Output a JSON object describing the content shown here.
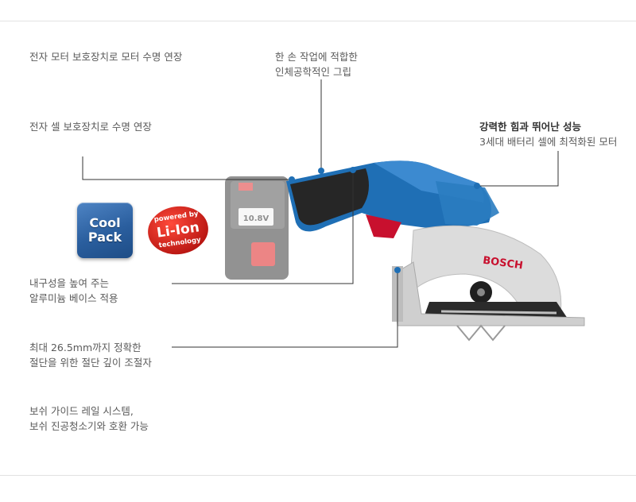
{
  "features": {
    "motor_protection": "전자 모터 보호장치로 모터 수명 연장",
    "grip_line1": "한 손 작업에 적합한",
    "grip_line2": "인체공학적인 그립",
    "cell_protection": "전자 셀 보호장치로 수명 연장",
    "power_title": "강력한 힘과 뛰어난 성능",
    "power_desc": "3세대 배터리 셀에 최적화된 모터",
    "base_line1": "내구성을 높여 주는",
    "base_line2": "알루미늄 베이스 적용",
    "depth_line1": "최대 26.5mm까지 정확한",
    "depth_line2": "절단을 위한 절단 깊이 조절자",
    "guide_line1": "보쉬 가이드 레일 시스템,",
    "guide_line2": "보쉬 진공청소기와 호환 가능"
  },
  "badges": {
    "coolpack_line1": "Cool",
    "coolpack_line2": "Pack",
    "liion_top": "powered by",
    "liion_main": "Li-Ion",
    "liion_bottom": "technology"
  },
  "product": {
    "brand": "BOSCH",
    "battery_label": "10.8V"
  },
  "colors": {
    "bosch_blue": "#1f6fb5",
    "bosch_red": "#c8102e",
    "callout_line": "#333333"
  }
}
